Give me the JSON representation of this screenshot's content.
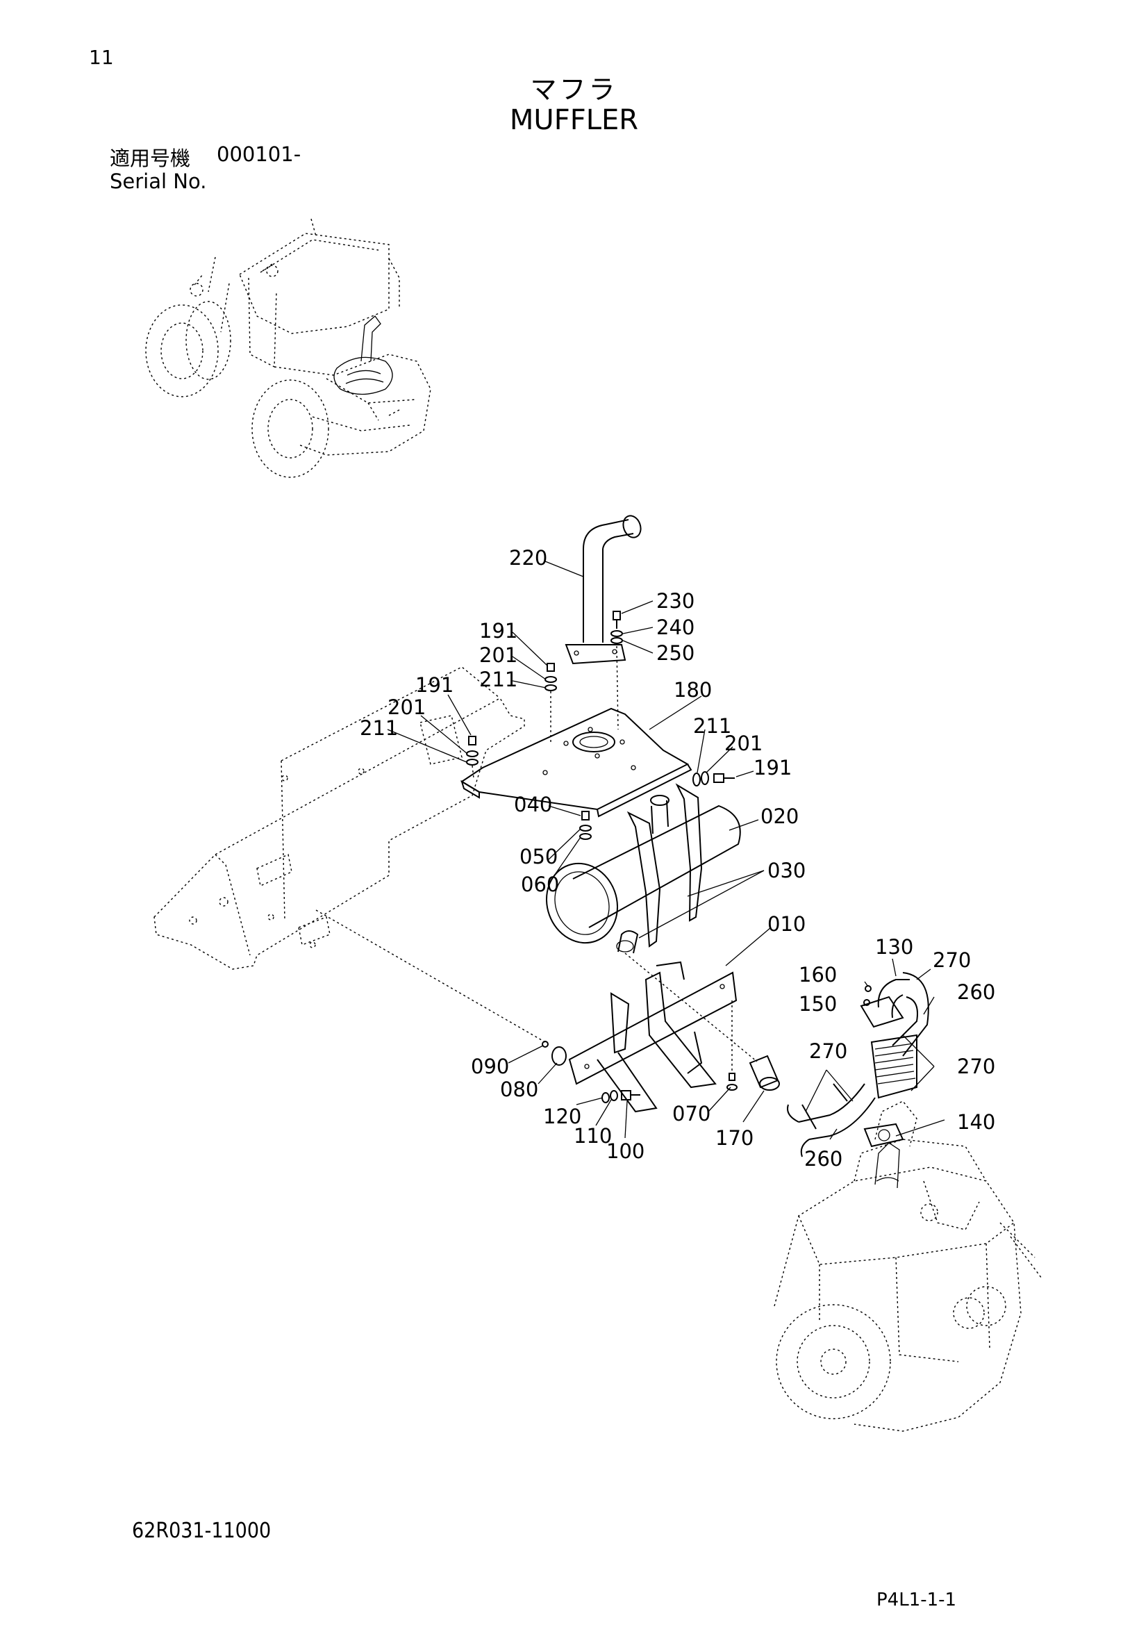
{
  "page_number": "11",
  "title_jp": "マフラ",
  "title_en": "MUFFLER",
  "serial_label_jp": "適用号機",
  "serial_from": "000101-",
  "serial_label_en": "Serial No.",
  "doc_code": "62R031-11000",
  "page_code": "P4L1-1-1",
  "part_labels": [
    "220",
    "230",
    "240",
    "250",
    "191",
    "201",
    "211",
    "191",
    "201",
    "211",
    "180",
    "211",
    "201",
    "191",
    "020",
    "040",
    "050",
    "060",
    "030",
    "010",
    "130",
    "270",
    "160",
    "260",
    "150",
    "270",
    "270",
    "090",
    "080",
    "120",
    "110",
    "100",
    "070",
    "170",
    "140",
    "260"
  ]
}
